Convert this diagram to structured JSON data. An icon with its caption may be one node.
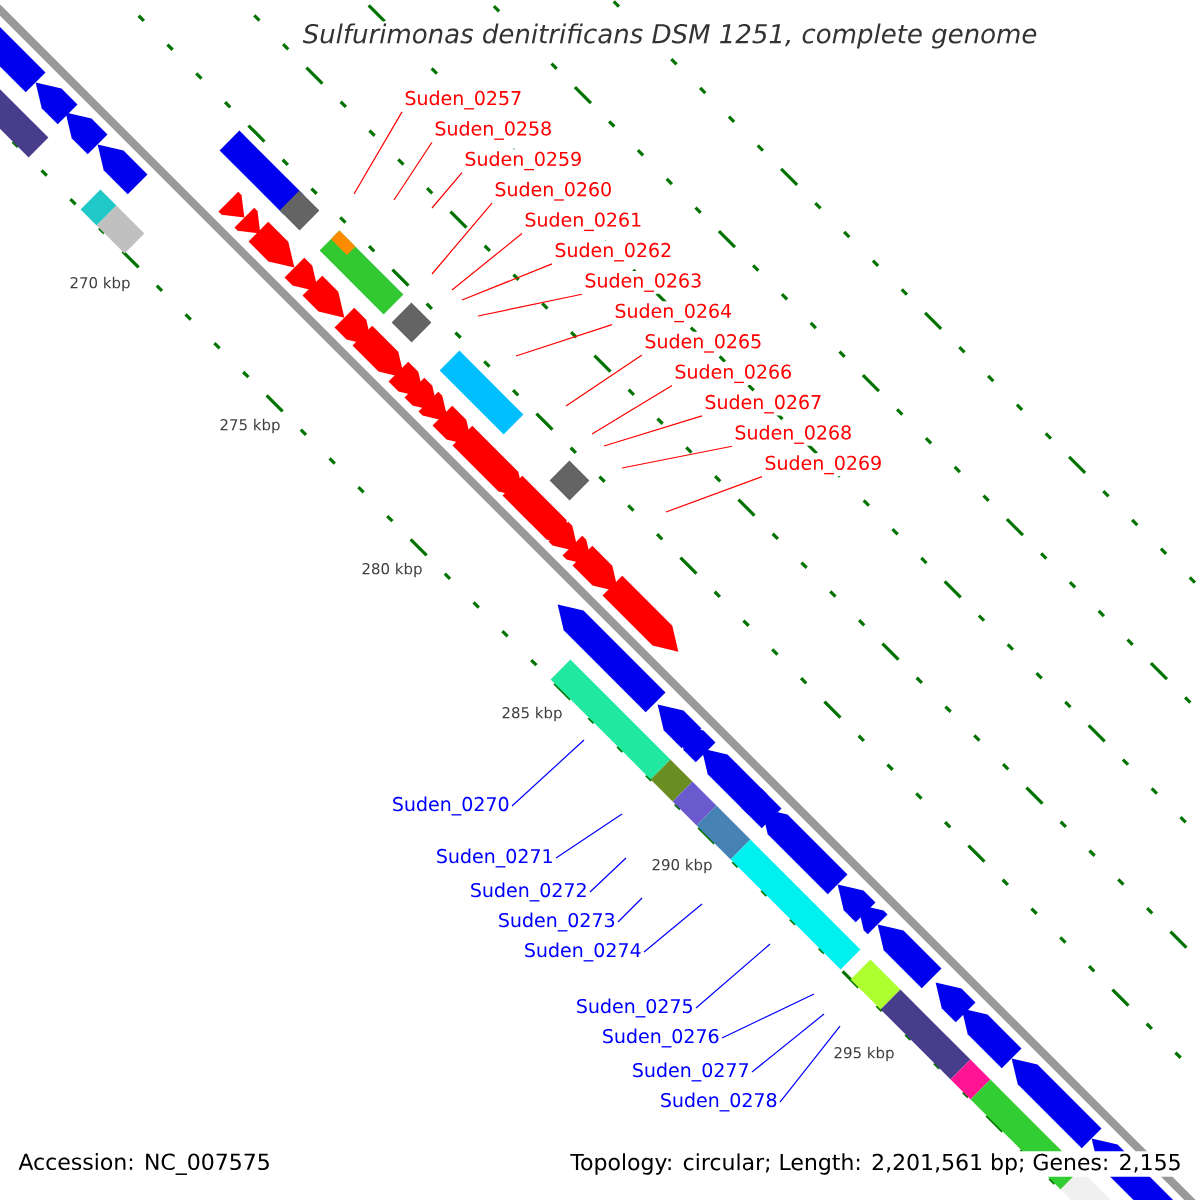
{
  "diagram": {
    "title": "Sulfurimonas denitrificans DSM 1251, complete genome",
    "nodes": [
      {
        "text": [
          "Suden_0257"
        ]
      },
      {
        "text": [
          "Suden_0258"
        ]
      },
      {
        "text": [
          "Suden_0259"
        ]
      },
      {
        "text": [
          "Suden_0260"
        ]
      },
      {
        "text": [
          "Suden_0261"
        ]
      },
      {
        "text": [
          "Suden_0262"
        ]
      },
      {
        "text": [
          "Suden_0263"
        ]
      },
      {
        "text": [
          "Suden_0264"
        ]
      },
      {
        "text": [
          "Suden_0265"
        ]
      },
      {
        "text": [
          "Suden_0266"
        ]
      },
      {
        "text": [
          "Suden_0267"
        ]
      },
      {
        "text": [
          "Suden_0268"
        ]
      },
      {
        "text": [
          "Suden_0269"
        ]
      },
      {
        "text": [
          "Suden_0270"
        ]
      },
      {
        "text": [
          "Suden_0271"
        ]
      },
      {
        "text": [
          "Suden_0272"
        ]
      },
      {
        "text": [
          "Suden_0273"
        ]
      },
      {
        "text": [
          "Suden_0274"
        ]
      },
      {
        "text": [
          "Suden_0275"
        ]
      },
      {
        "text": [
          "Suden_0276"
        ]
      },
      {
        "text": [
          "Suden_0277"
        ]
      },
      {
        "text": [
          "Suden_0278"
        ]
      }
    ],
    "edges": [
      {
        "from": 0,
        "to": null,
        "arrow": "none"
      },
      {
        "from": 1,
        "to": null,
        "arrow": "none"
      },
      {
        "from": 2,
        "to": null,
        "arrow": "none"
      },
      {
        "from": 3,
        "to": null,
        "arrow": "none"
      },
      {
        "from": 4,
        "to": null,
        "arrow": "none"
      },
      {
        "from": 5,
        "to": null,
        "arrow": "none"
      },
      {
        "from": 6,
        "to": null,
        "arrow": "none"
      },
      {
        "from": 7,
        "to": null,
        "arrow": "none"
      },
      {
        "from": 8,
        "to": null,
        "arrow": "none"
      },
      {
        "from": 9,
        "to": null,
        "arrow": "none"
      },
      {
        "from": 10,
        "to": null,
        "arrow": "none"
      },
      {
        "from": 11,
        "to": null,
        "arrow": "none"
      },
      {
        "from": 12,
        "to": null,
        "arrow": "none"
      },
      {
        "from": 13,
        "to": null,
        "arrow": "none",
        "color": "#0000ff"
      },
      {
        "from": 14,
        "to": null,
        "arrow": "none",
        "color": "#0000ff"
      },
      {
        "from": 15,
        "to": null,
        "arrow": "none",
        "color": "#0000ff"
      },
      {
        "from": 16,
        "to": null,
        "arrow": "none",
        "color": "#0000ff"
      },
      {
        "from": 17,
        "to": null,
        "arrow": "none",
        "color": "#0000ff"
      },
      {
        "from": 18,
        "to": null,
        "arrow": "none",
        "color": "#0000ff"
      },
      {
        "from": 19,
        "to": null,
        "arrow": "none",
        "color": "#0000ff"
      },
      {
        "from": 20,
        "to": null,
        "arrow": "none",
        "color": "#0000ff"
      },
      {
        "from": 21,
        "to": null,
        "arrow": "none",
        "color": "#0000ff"
      }
    ],
    "labels": [
      "270 kbp",
      "275 kbp",
      "280 kbp",
      "285 kbp",
      "290 kbp",
      "295 kbp",
      "Accession: NC_007575",
      "Topology: circular; Length: 2,201,561 bp; Genes: 2,155"
    ]
  }
}
